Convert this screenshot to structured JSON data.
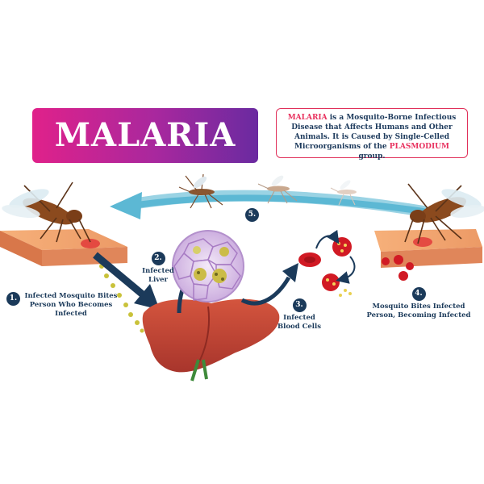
{
  "title": "MALARIA",
  "info": {
    "keyword": "MALARIA",
    "text_part1": " is a Mosquito-Borne Infectious Disease that Affects Humans and Other Animals. It is Caused by Single-Celled Microorganisms of the ",
    "highlight": "PLASMODIUM",
    "text_part2": " group."
  },
  "steps": [
    {
      "number": "1.",
      "label": "Infected Mosquito Bites Person Who Becomes Infected"
    },
    {
      "number": "2.",
      "label": "Infected Liver"
    },
    {
      "number": "3.",
      "label": "Infected Blood Cells"
    },
    {
      "number": "4.",
      "label": "Mosquito Bites Infected Person, Becoming Infected"
    },
    {
      "number": "5.",
      "label": ""
    }
  ],
  "colors": {
    "banner_start": "#e0218a",
    "banner_end": "#6a2aa0",
    "accent_pink": "#e8325f",
    "navy": "#1b3a5a",
    "teal_arrow": "#5cb8d4",
    "liver": "#c8483a",
    "blood_cell": "#d11a24",
    "skin": "#f0a070"
  }
}
